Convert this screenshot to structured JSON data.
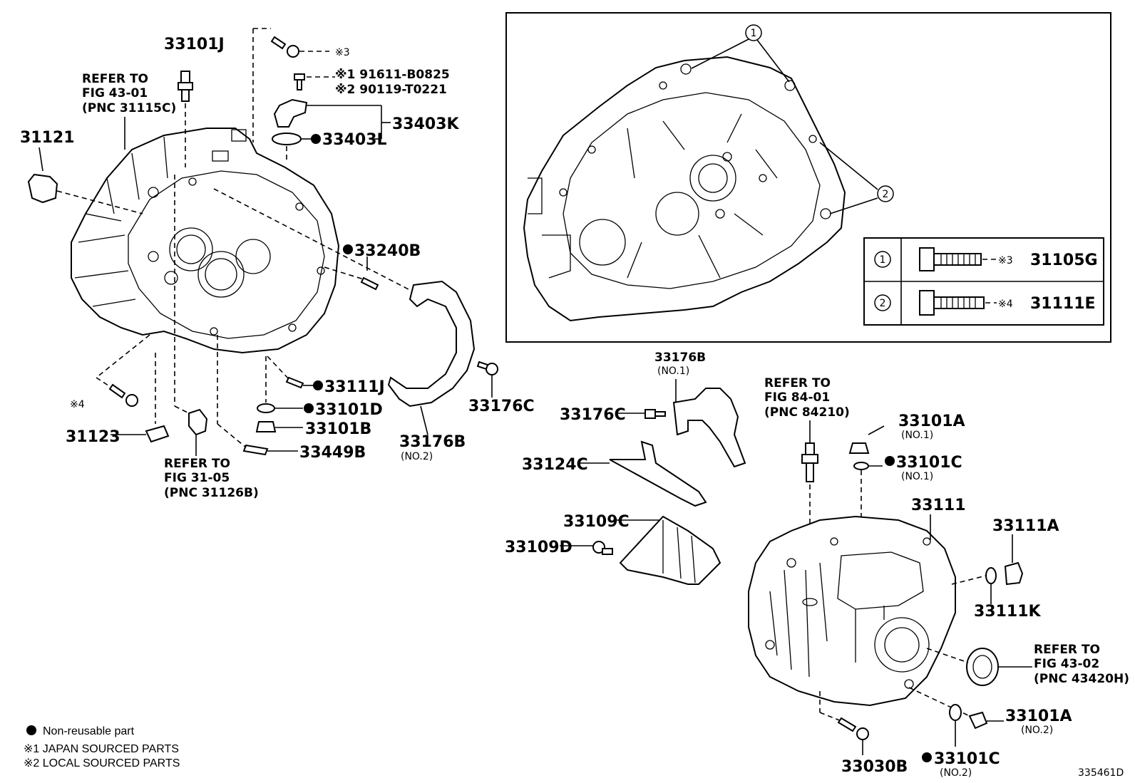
{
  "labels": {
    "p33101J": "33101J",
    "refer_4301": [
      "REFER TO",
      "FIG 43-01",
      "(PNC 31115C)"
    ],
    "p31121": "31121",
    "mark3_top": "※3",
    "note1": "※1 91611-B0825",
    "note2": "※2 90119-T0221",
    "p33403K": "33403K",
    "p33403L": "33403L",
    "p33240B": "33240B",
    "p33111J": "33111J",
    "p33101D": "33101D",
    "p33101B": "33101B",
    "p33449B": "33449B",
    "mark4_left": "※4",
    "p31123": "31123",
    "refer_3105": [
      "REFER TO",
      "FIG 31-05",
      "(PNC 31126B)"
    ],
    "p33176C_a": "33176C",
    "p33176B_no2": "33176B",
    "sub_no2_a": "(NO.2)",
    "p33176B_no1": "33176B",
    "sub_no1_a": "(NO.1)",
    "p33176C_b": "33176C",
    "refer_8401": [
      "REFER TO",
      "FIG 84-01",
      "(PNC 84210)"
    ],
    "p33101A_no1": "33101A",
    "sub_no1_b": "(NO.1)",
    "p33101C_no1": "33101C",
    "sub_no1_c": "(NO.1)",
    "p33124C": "33124C",
    "p33111": "33111",
    "p33111A": "33111A",
    "p33109C": "33109C",
    "p33109D": "33109D",
    "p33111K": "33111K",
    "refer_4302": [
      "REFER TO",
      "FIG 43-02",
      "(PNC 43420H)"
    ],
    "p33101A_no2": "33101A",
    "sub_no2_b": "(NO.2)",
    "p33030B": "33030B",
    "p33101C_no2": "33101C",
    "sub_no2_c": "(NO.2)",
    "callout_1": "1",
    "callout_2": "2"
  },
  "bolt_table": {
    "rows": [
      {
        "index": "1",
        "mark": "※3",
        "part": "31105G"
      },
      {
        "index": "2",
        "mark": "※4",
        "part": "31111E"
      }
    ]
  },
  "legend": {
    "non_reusable": "Non-reusable part",
    "japan": "※1 JAPAN SOURCED PARTS",
    "local": "※2 LOCAL SOURCED PARTS"
  },
  "diagram_id": "335461D"
}
